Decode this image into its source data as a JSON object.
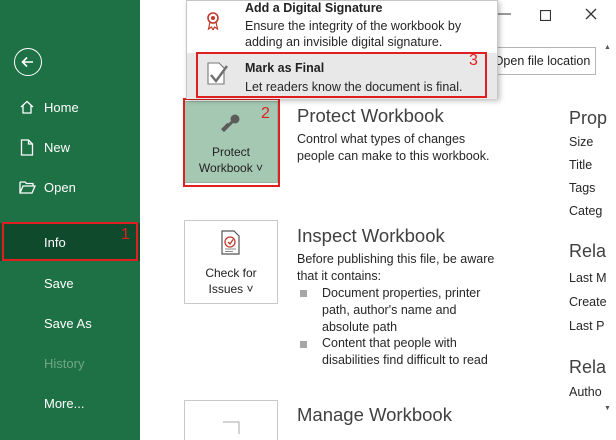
{
  "sidebar": {
    "items": [
      {
        "label": "Home"
      },
      {
        "label": "New"
      },
      {
        "label": "Open"
      },
      {
        "label": "Info"
      },
      {
        "label": "Save"
      },
      {
        "label": "Save As"
      },
      {
        "label": "History"
      },
      {
        "label": "More..."
      }
    ]
  },
  "annotations": {
    "one": "1",
    "two": "2",
    "three": "3"
  },
  "window": {
    "open_file_location": "Open file location"
  },
  "dropdown": {
    "digital_signature": {
      "title": "Add a Digital Signature",
      "desc": "Ensure the integrity of the workbook by adding an invisible digital signature."
    },
    "mark_final": {
      "title": "Mark as Final",
      "desc": "Let readers know the document is final."
    }
  },
  "protect": {
    "button_line1": "Protect",
    "button_line2": "Workbook ˅",
    "title": "Protect Workbook",
    "desc": "Control what types of changes people can make to this workbook."
  },
  "inspect": {
    "button_line1": "Check for",
    "button_line2": "Issues ˅",
    "title": "Inspect Workbook",
    "desc": "Before publishing this file, be aware that it contains:",
    "bullets": [
      "Document properties, printer path, author's name and absolute path",
      "Content that people with disabilities find difficult to read"
    ]
  },
  "manage": {
    "title": "Manage Workbook"
  },
  "properties": {
    "heading": "Prop",
    "rows": [
      "Size",
      "Title",
      "Tags",
      "Categ"
    ],
    "related_dates_heading": "Rela",
    "dates": [
      "Last M",
      "Create",
      "Last P"
    ],
    "related_people_heading": "Rela",
    "people": [
      "Autho"
    ]
  },
  "colors": {
    "sidebar": "#1e7145",
    "active": "#0f4a2c",
    "annotation": "#e02020"
  }
}
